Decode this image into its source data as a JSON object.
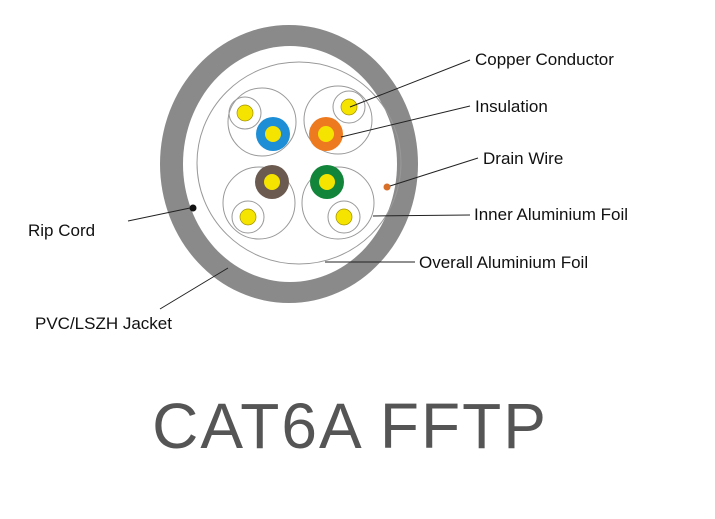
{
  "labels": {
    "copper_conductor": "Copper Conductor",
    "insulation": "Insulation",
    "drain_wire": "Drain Wire",
    "inner_foil": "Inner Aluminium Foil",
    "overall_foil": "Overall Aluminium Foil",
    "rip_cord": "Rip Cord",
    "jacket": "PVC/LSZH Jacket"
  },
  "title": "CAT6A FFTP",
  "colors": {
    "jacket": "#8a8a8a",
    "conductor": "#f5e400",
    "blue": "#1e8fd6",
    "orange": "#ee7a1f",
    "brown": "#6b5a50",
    "green": "#12853a",
    "drain": "#d9702a",
    "rip_cord": "#111111"
  }
}
